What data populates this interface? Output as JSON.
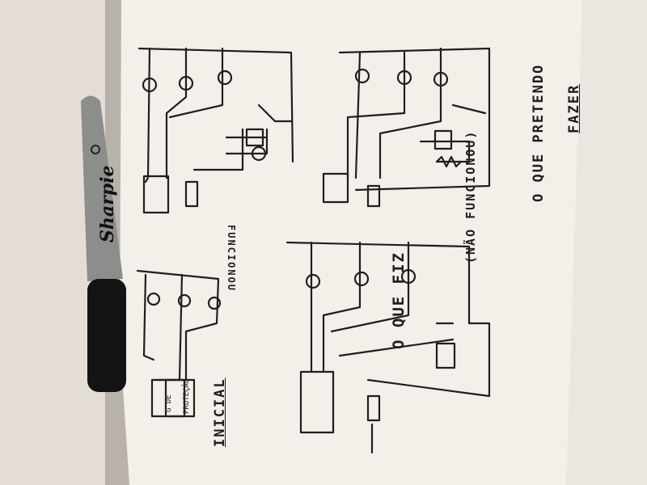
{
  "annotations": {
    "top_right": "O QUE PRETENDO",
    "fazer": "FAZER",
    "top_left": "FUNCIONOU",
    "bottom_left": "INICIAL",
    "bottom_right": "O QUE FIZ",
    "nao_funcionou": "(NÃO FUNCIONOU)",
    "box_label_1": "G DE",
    "box_label_2": "PROTEÇÃO"
  },
  "marker": {
    "brand": "Sharpie"
  },
  "colors": {
    "paper": "#f3efe9",
    "ink": "#1f1f1f",
    "marker_body": "#8d8d8b",
    "marker_cap": "#141414",
    "background": "#b9b2aa"
  }
}
